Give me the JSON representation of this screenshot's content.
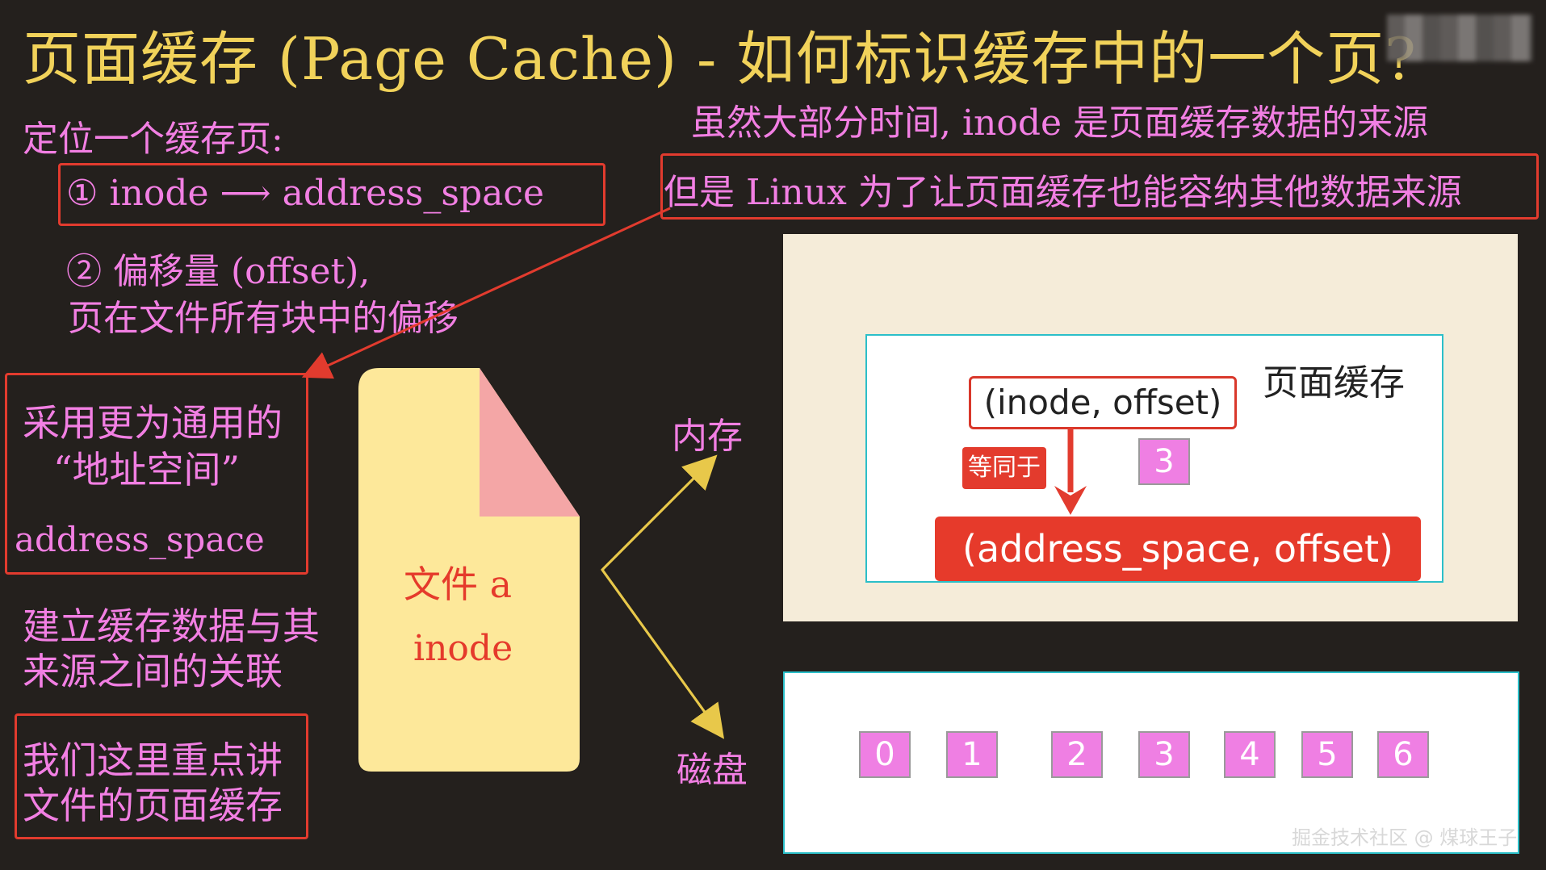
{
  "title": "页面缓存 (Page Cache) - 如何标识缓存中的一个页?",
  "left": {
    "locate_label": "定位一个缓存页:",
    "step1": "① inode ⟶ address_space",
    "step2_line1": "② 偏移量 (offset),",
    "step2_line2": "页在文件所有块中的偏移",
    "generic_line1": "采用更为通用的",
    "generic_line2": "“地址空间”",
    "generic_line3": "address_space",
    "assoc_line1": "建立缓存数据与其",
    "assoc_line2": "来源之间的关联",
    "focus_line1": "我们这里重点讲",
    "focus_line2": "文件的页面缓存"
  },
  "top_right": {
    "line1": "虽然大部分时间, inode 是页面缓存数据的来源",
    "line2": "但是 Linux 为了让页面缓存也能容纳其他数据来源"
  },
  "file": {
    "label": "文件 a",
    "sublabel": "inode"
  },
  "branches": {
    "memory": "内存",
    "disk": "磁盘"
  },
  "cache_panel": {
    "label": "页面缓存",
    "key_old": "(inode, offset)",
    "equals": "等同于",
    "key_new": "(address_space, offset)",
    "cached_page": "3"
  },
  "disk_pages": [
    "0",
    "1",
    "2",
    "3",
    "4",
    "5",
    "6"
  ],
  "watermark": "掘金技术社区 @ 煤球王子",
  "colors": {
    "background": "#24201d",
    "title": "#f1d25a",
    "pink_text": "#f27fe3",
    "red_box": "#e23b2e",
    "page_box": "#ef7fe3",
    "file_body": "#fde89a",
    "file_fold": "#f4a6a6"
  }
}
